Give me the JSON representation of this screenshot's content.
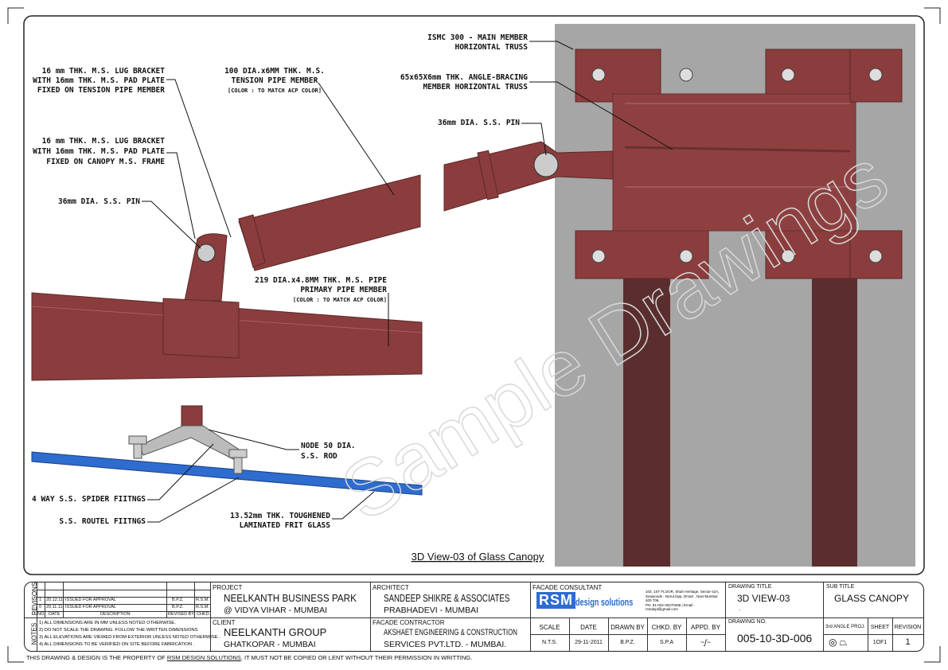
{
  "watermark": "Sample Drawings",
  "left_view": {
    "labels": {
      "lug_tension": [
        "16 mm THK. M.S. LUG BRACKET",
        "WITH 16mm THK. M.S. PAD PLATE",
        "FIXED ON TENSION PIPE MEMBER"
      ],
      "lug_canopy": [
        "16 mm THK. M.S. LUG BRACKET",
        "WITH 16mm THK. M.S. PAD PLATE",
        "FIXED ON CANOPY M.S. FRAME"
      ],
      "pin": "36mm DIA. S.S. PIN",
      "tension_pipe": [
        "100 DIA.x6MM THK. M.S.",
        "TENSION PIPE MEMBER",
        "[COLOR : TO MATCH ACP COLOR]"
      ],
      "primary_pipe": [
        "219 DIA.x4.8MM THK. M.S. PIPE",
        "PRIMARY PIPE MEMBER",
        "[COLOR : TO MATCH ACP COLOR]"
      ],
      "node": [
        "NODE 50 DIA.",
        "S.S. ROD"
      ],
      "spider": "4 WAY S.S. SPIDER FIITNGS",
      "routel": "S.S. ROUTEL FIITNGS",
      "glass": [
        "13.52mm THK. TOUGHENED",
        "LAMINATED FRIT GLASS"
      ]
    },
    "caption": "3D View-03 of Glass Canopy"
  },
  "right_view": {
    "labels": {
      "ismc": [
        "ISMC 300 - MAIN MEMBER",
        "HORIZONTAL TRUSS"
      ],
      "angle": [
        "65x65X6mm THK. ANGLE-BRACING",
        "MEMBER HORIZONTAL TRUSS"
      ],
      "pin": "36mm DIA. S.S. PIN"
    }
  },
  "colors": {
    "steel": "#8b3c3c",
    "column": "#5a2e2e",
    "glass": "#2e6ccf",
    "background": "#a6a6a6"
  },
  "title_block": {
    "revisions_label": "REVISONS",
    "revisions": [
      {
        "no": "1",
        "date": "20.12.11",
        "desc": "ISSUED FOR APPROVAL",
        "rev": "B.P.Z.",
        "chkd": "R.S.M."
      },
      {
        "no": "0",
        "date": "29.11.11",
        "desc": "ISSUED FOR APPROVAL",
        "rev": "B.P.Z.",
        "chkd": "R.S.M."
      }
    ],
    "rev_headers": {
      "no": "NO.",
      "date": "DATE",
      "desc": "DESCRIPTION",
      "rev": "REVISED BY",
      "chkd": "CHKD."
    },
    "notes_label": "NOTES",
    "notes": [
      "1) ALL DIMENSIONS ARE IN MM UNLESS NOTED OTHERWISE.",
      "2) DO NOT SCALE THE DRAWING. FOLLOW THE WRITTEN DIMENSIONS",
      "3) ALL ELEVATIONS ARE VIEWED FROM EXTERIOR UNLESS NOTED OTHERWISE .",
      "4) ALL DIMENSIONS TO BE VERIFIED ON SITE BEFORE FABRICATION ."
    ],
    "project_label": "PROJECT",
    "project": "NEELKANTH BUSINESS PARK",
    "project_loc": "@ VIDYA VIHAR - MUMBAI",
    "client_label": "CLIENT",
    "client": "NEELKANTH GROUP",
    "client_loc": "GHATKOPAR - MUMBAI",
    "architect_label": "ARCHITECT",
    "architect": "SANDEEP SHIKRE & ASSOCIATES",
    "architect_loc": "PRABHADEVI - MUMBAI",
    "contractor_label": "FACADE CONTRACTOR",
    "contractor": "AKSHAET ENGINEERING & CONSTRUCTION",
    "contractor_loc": "SERVICES PVT.LTD. - MUMBAI.",
    "consultant_label": "FACADE CONSULTANT",
    "consultant_logo": "RSM",
    "consultant_name": "design solutions",
    "consultant_address": [
      "103, 1ST FLOOR, Shah Heritage, Sector-42A,",
      "Seawoods - Nerul,Opp. Dmart , Navi-Mumbai 400 706.",
      "PH: 91-022-30270268 | Email - rsmdspl@gmail.com"
    ],
    "meta_headers": [
      "SCALE",
      "DATE",
      "DRAWN BY",
      "CHKD. BY",
      "APPD. BY"
    ],
    "meta_values": [
      "N.T.S.",
      "29-11-2011",
      "B.P.Z.",
      "S.P.A",
      ""
    ],
    "drawing_title_label": "DRAWING TITLE",
    "drawing_title": "3D VIEW-03",
    "drawing_title_2": ".",
    "subtitle_label": "SUB TITLE",
    "subtitle": "GLASS CANOPY",
    "drawing_no_label": "DRAWING NO.",
    "drawing_no": "005-10-3D-006",
    "proj_label": "3rd ANGLE PROJ.",
    "sheet_label": "SHEET",
    "sheet": "1OF1",
    "revision_label": "REVISION",
    "revision": "1"
  },
  "footer": {
    "pre": "THIS DRAWING & DESIGN IS THE PROPERTY OF ",
    "company": "RSM DESIGN SOLUTIONS",
    "post": ", IT MUST NOT BE COPIED OR LENT WITHOUT THEIR PERMISSION IN WRITTING."
  }
}
